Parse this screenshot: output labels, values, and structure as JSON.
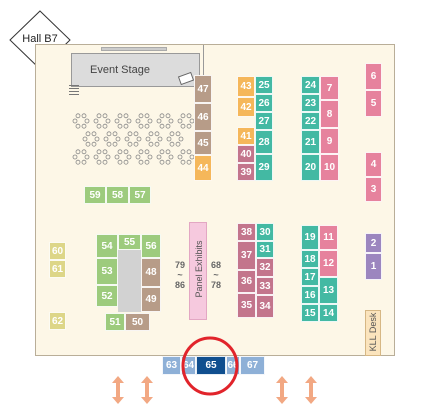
{
  "hall": {
    "name": "Hall B7"
  },
  "event_stage": {
    "label": "Event Stage"
  },
  "panel_exhibits": {
    "label": "Panel Exhibits"
  },
  "kll_desk": {
    "label": "KLL Desk"
  },
  "range_left": {
    "top": "79",
    "sep": "~",
    "bottom": "86"
  },
  "range_right": {
    "top": "68",
    "sep": "~",
    "bottom": "78"
  },
  "highlighted_booth": "65",
  "colors": {
    "floor": "#fdf7e7",
    "green": "#9dcb7d",
    "teal": "#43b9a3",
    "pink": "#e6829d",
    "orange": "#f5b75a",
    "brown": "#b79c88",
    "mauve": "#c3758c",
    "purple": "#9c86bf",
    "yellow": "#ddd688",
    "blue": "#8eb0d7",
    "navy": "#104f8f",
    "highlight_circle": "#e1242b",
    "entrance_arrow": "#f2a883"
  },
  "booths": {
    "b1": "1",
    "b2": "2",
    "b3": "3",
    "b4": "4",
    "b5": "5",
    "b6": "6",
    "b7": "7",
    "b8": "8",
    "b9": "9",
    "b10": "10",
    "b11": "11",
    "b12": "12",
    "b13": "13",
    "b14": "14",
    "b15": "15",
    "b16": "16",
    "b17": "17",
    "b18": "18",
    "b19": "19",
    "b20": "20",
    "b21": "21",
    "b22": "22",
    "b23": "23",
    "b24": "24",
    "b25": "25",
    "b26": "26",
    "b27": "27",
    "b28": "28",
    "b29": "29",
    "b30": "30",
    "b31": "31",
    "b32": "32",
    "b33": "33",
    "b34": "34",
    "b35": "35",
    "b36": "36",
    "b37": "37",
    "b38": "38",
    "b39": "39",
    "b40": "40",
    "b41": "41",
    "b42": "42",
    "b43": "43",
    "b44": "44",
    "b45": "45",
    "b46": "46",
    "b47": "47",
    "b48": "48",
    "b49": "49",
    "b50": "50",
    "b51": "51",
    "b52": "52",
    "b53": "53",
    "b54": "54",
    "b55": "55",
    "b56": "56",
    "b57": "57",
    "b58": "58",
    "b59": "59",
    "b60": "60",
    "b61": "61",
    "b62": "62",
    "b63": "63",
    "b64": "64",
    "b65": "65",
    "b66": "66",
    "b67": "67"
  }
}
